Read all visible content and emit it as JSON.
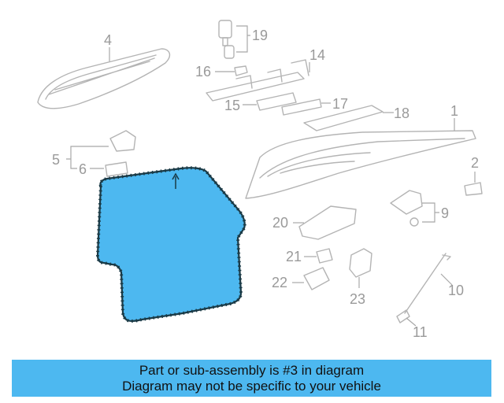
{
  "diagram": {
    "highlight_color": "#4db8f0",
    "highlighted_part": "3",
    "callouts": {
      "c1": "1",
      "c2": "2",
      "c4": "4",
      "c5": "5",
      "c6": "6",
      "c9": "9",
      "c10": "10",
      "c11": "11",
      "c14": "14",
      "c16": "16",
      "c15": "15",
      "c17": "17",
      "c18": "18",
      "c19": "19",
      "c20": "20",
      "c21": "21",
      "c22": "22",
      "c23": "23"
    }
  },
  "caption": {
    "line1": "Part or sub-assembly is #3 in diagram",
    "line2": "Diagram may not be specific to your vehicle"
  }
}
